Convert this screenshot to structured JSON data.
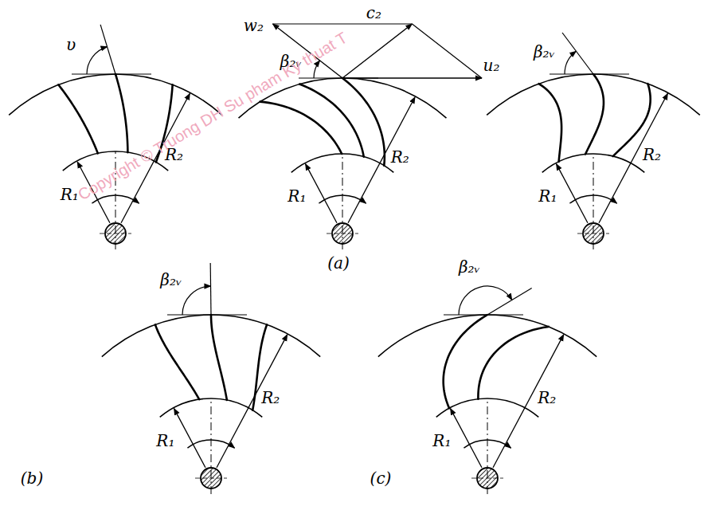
{
  "diagram": {
    "labels": [
      "υ",
      "R₁",
      "R₂",
      "w₂",
      "c₂",
      "β₂ᵥ",
      "u₂",
      "R₁",
      "R₂",
      "(a)",
      "β₂ᵥ",
      "R₁",
      "R₂",
      "β₂ᵥ",
      "R₁",
      "R₂",
      "(b)",
      "β₂ᵥ",
      "R₁",
      "R₂",
      "(c)",
      "Copyright © Truong DH Su pham Ky thuat T"
    ]
  }
}
